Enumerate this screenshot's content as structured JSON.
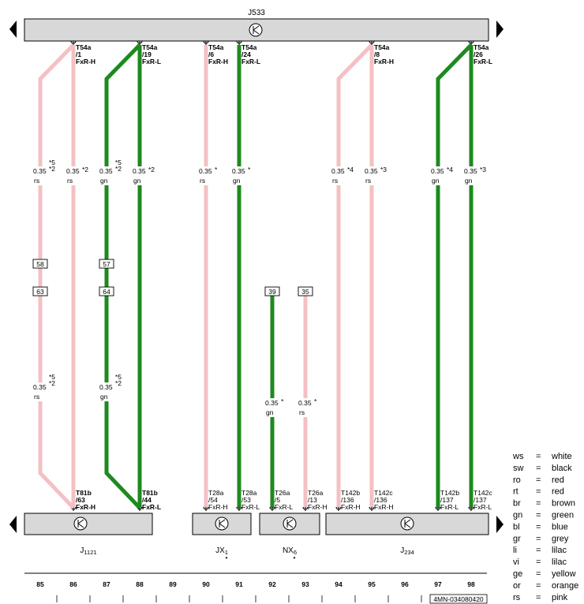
{
  "colors": {
    "rs": "#f4c0c4",
    "gn": "#1d8a1d",
    "bar": "#d8d8d8",
    "stroke": "#000000"
  },
  "components": {
    "top": {
      "name": "J533"
    },
    "bottom": [
      {
        "name": "J",
        "sub": "1121",
        "dot": false
      },
      {
        "name": "JX",
        "sub": "1",
        "dot": true
      },
      {
        "name": "NX",
        "sub": "6",
        "dot": true
      },
      {
        "name": "J",
        "sub": "234",
        "dot": false
      }
    ]
  },
  "wires": [
    {
      "col": 86,
      "color": "rs",
      "top": {
        "conn": "T54a",
        "pin": "/1",
        "sig": "FxR-H"
      },
      "bottom": {
        "conn": "T81b",
        "pin": "/63",
        "sig": "FxR-H",
        "bold": true
      },
      "size": "0.35",
      "code": "rs",
      "foot": "*2",
      "splice": "left"
    },
    {
      "col": 88,
      "color": "gn",
      "top": {
        "conn": "T54a",
        "pin": "/19",
        "sig": "FxR-L"
      },
      "bottom": {
        "conn": "T81b",
        "pin": "/44",
        "sig": "FxR-L",
        "bold": true
      },
      "size": "0.35",
      "code": "gn",
      "foot": "*2",
      "splice": "left"
    },
    {
      "col": 90,
      "color": "rs",
      "top": {
        "conn": "T54a",
        "pin": "/6",
        "sig": "FxR-H"
      },
      "bottom": {
        "conn": "T28a",
        "pin": "/54",
        "sig": "FxR-H",
        "bold": false
      },
      "size": "0.35",
      "code": "rs",
      "foot": "*"
    },
    {
      "col": 91,
      "color": "gn",
      "top": {
        "conn": "T54a",
        "pin": "/24",
        "sig": "FxR-L"
      },
      "bottom": {
        "conn": "T28a",
        "pin": "/53",
        "sig": "FxR-L",
        "bold": false
      },
      "size": "0.35",
      "code": "gn",
      "foot": "*"
    },
    {
      "col": 95,
      "color": "rs",
      "top": {
        "conn": "T54a",
        "pin": "/8",
        "sig": "FxR-H"
      },
      "bottom": {
        "conn": "T142c",
        "pin": "/136",
        "sig": "FxR-H",
        "bold": false
      },
      "size": "0.35",
      "code": "rs",
      "foot": "*3",
      "splice": "left"
    },
    {
      "col": 98,
      "color": "gn",
      "top": {
        "conn": "T54a",
        "pin": "/26",
        "sig": "FxR-L"
      },
      "bottom": {
        "conn": "T142c",
        "pin": "/137",
        "sig": "FxR-L",
        "bold": false
      },
      "size": "0.35",
      "code": "gn",
      "foot": "*3",
      "splice": "left"
    }
  ],
  "branches": [
    {
      "col": 85,
      "color": "rs",
      "size": "0.35",
      "code": "rs",
      "foot1": "*5",
      "foot2": "*2",
      "box1": "58",
      "box2": "63",
      "size2": "0.35",
      "code2": "rs"
    },
    {
      "col": 87,
      "color": "gn",
      "size": "0.35",
      "code": "gn",
      "foot1": "*5",
      "foot2": "*2",
      "box1": "57",
      "box2": "64",
      "size2": "0.35",
      "code2": "gn"
    },
    {
      "col": 94,
      "color": "rs",
      "size": "0.35",
      "code": "rs",
      "foot1": "*4",
      "bottom": {
        "conn": "T142b",
        "pin": "/136",
        "sig": "FxR-H"
      }
    },
    {
      "col": 97,
      "color": "gn",
      "size": "0.35",
      "code": "gn",
      "foot1": "*4",
      "bottom": {
        "conn": "T142b",
        "pin": "/137",
        "sig": "FxR-L"
      }
    }
  ],
  "nx_wires": [
    {
      "col": 92,
      "color": "gn",
      "box": "39",
      "size": "0.35",
      "code": "gn",
      "foot": "*",
      "bottom": {
        "conn": "T26a",
        "pin": "/5",
        "sig": "FxR-L"
      }
    },
    {
      "col": 93,
      "color": "rs",
      "box": "35",
      "size": "0.35",
      "code": "rs",
      "foot": "*",
      "bottom": {
        "conn": "T26a",
        "pin": "/13",
        "sig": "FxR-H"
      }
    }
  ],
  "columns": [
    "85",
    "86",
    "87",
    "88",
    "89",
    "90",
    "91",
    "92",
    "93",
    "94",
    "95",
    "96",
    "97",
    "98"
  ],
  "doc_id": "4MN-034080420",
  "legend": [
    {
      "code": "ws",
      "eq": "=",
      "name": "white"
    },
    {
      "code": "sw",
      "eq": "=",
      "name": "black"
    },
    {
      "code": "ro",
      "eq": "=",
      "name": "red"
    },
    {
      "code": "rt",
      "eq": "=",
      "name": "red"
    },
    {
      "code": "br",
      "eq": "=",
      "name": "brown"
    },
    {
      "code": "gn",
      "eq": "=",
      "name": "green"
    },
    {
      "code": "bl",
      "eq": "=",
      "name": "blue"
    },
    {
      "code": "gr",
      "eq": "=",
      "name": "grey"
    },
    {
      "code": "li",
      "eq": "=",
      "name": "lilac"
    },
    {
      "code": "vi",
      "eq": "=",
      "name": "lilac"
    },
    {
      "code": "ge",
      "eq": "=",
      "name": "yellow"
    },
    {
      "code": "or",
      "eq": "=",
      "name": "orange"
    },
    {
      "code": "rs",
      "eq": "=",
      "name": "pink"
    }
  ]
}
